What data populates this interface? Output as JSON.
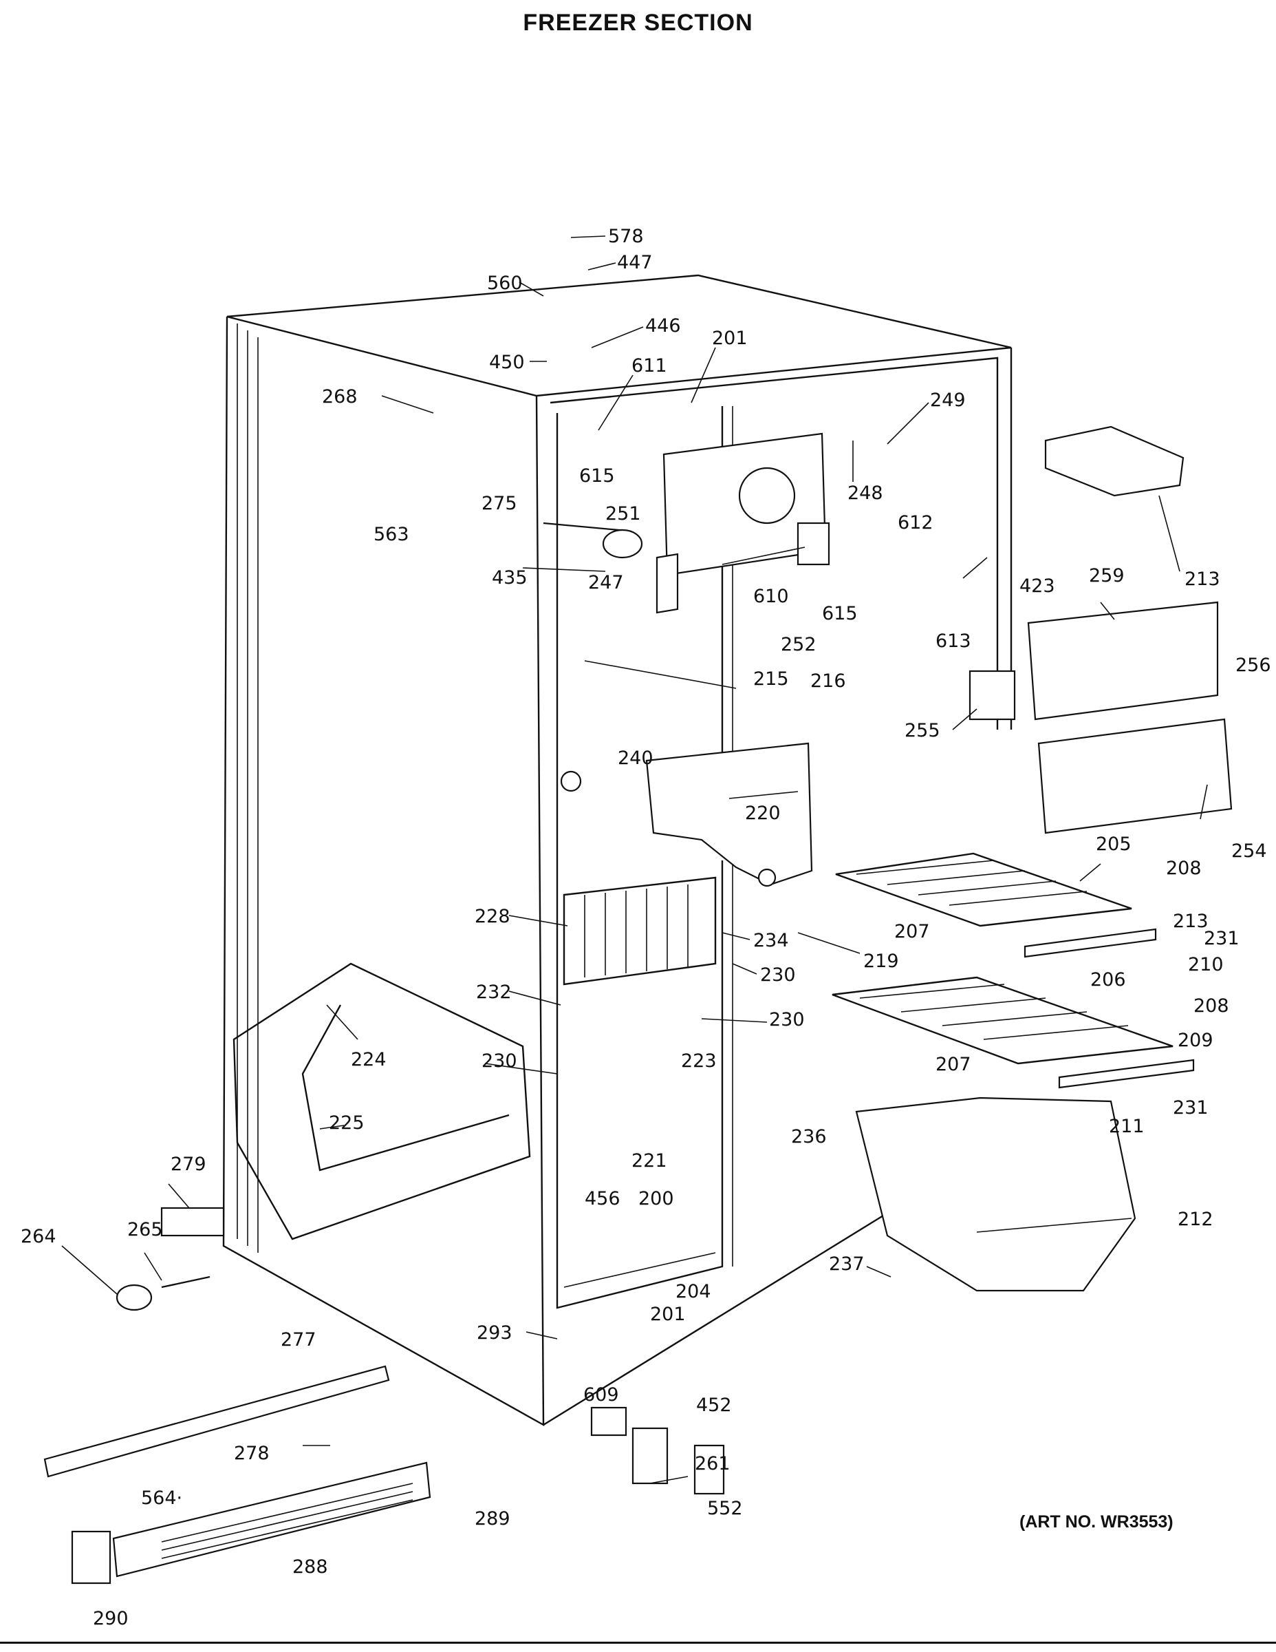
{
  "title": "FREEZER SECTION",
  "art_no": "(ART NO. WR3553)",
  "callouts": [
    {
      "id": "c578",
      "label": "578"
    },
    {
      "id": "c447",
      "label": "447"
    },
    {
      "id": "c560",
      "label": "560"
    },
    {
      "id": "c446",
      "label": "446"
    },
    {
      "id": "c450",
      "label": "450"
    },
    {
      "id": "c201a",
      "label": "201"
    },
    {
      "id": "c611",
      "label": "611"
    },
    {
      "id": "c268",
      "label": "268"
    },
    {
      "id": "c249",
      "label": "249"
    },
    {
      "id": "c615a",
      "label": "615"
    },
    {
      "id": "c248",
      "label": "248"
    },
    {
      "id": "c275",
      "label": "275"
    },
    {
      "id": "c251",
      "label": "251"
    },
    {
      "id": "c563",
      "label": "563"
    },
    {
      "id": "c612",
      "label": "612"
    },
    {
      "id": "c213a",
      "label": "213"
    },
    {
      "id": "c435",
      "label": "435"
    },
    {
      "id": "c247",
      "label": "247"
    },
    {
      "id": "c610",
      "label": "610"
    },
    {
      "id": "c615b",
      "label": "615"
    },
    {
      "id": "c423",
      "label": "423"
    },
    {
      "id": "c259",
      "label": "259"
    },
    {
      "id": "c613",
      "label": "613"
    },
    {
      "id": "c252",
      "label": "252"
    },
    {
      "id": "c256",
      "label": "256"
    },
    {
      "id": "c215",
      "label": "215"
    },
    {
      "id": "c216",
      "label": "216"
    },
    {
      "id": "c255",
      "label": "255"
    },
    {
      "id": "c240",
      "label": "240"
    },
    {
      "id": "c220",
      "label": "220"
    },
    {
      "id": "c254",
      "label": "254"
    },
    {
      "id": "c205",
      "label": "205"
    },
    {
      "id": "c208a",
      "label": "208"
    },
    {
      "id": "c228",
      "label": "228"
    },
    {
      "id": "c234",
      "label": "234"
    },
    {
      "id": "c207a",
      "label": "207"
    },
    {
      "id": "c213b",
      "label": "213"
    },
    {
      "id": "c231a",
      "label": "231"
    },
    {
      "id": "c219",
      "label": "219"
    },
    {
      "id": "c230a",
      "label": "230"
    },
    {
      "id": "c210",
      "label": "210"
    },
    {
      "id": "c232",
      "label": "232"
    },
    {
      "id": "c206",
      "label": "206"
    },
    {
      "id": "c208b",
      "label": "208"
    },
    {
      "id": "c230b",
      "label": "230"
    },
    {
      "id": "c224",
      "label": "224"
    },
    {
      "id": "c209",
      "label": "209"
    },
    {
      "id": "c230c",
      "label": "230"
    },
    {
      "id": "c223",
      "label": "223"
    },
    {
      "id": "c207b",
      "label": "207"
    },
    {
      "id": "c231b",
      "label": "231"
    },
    {
      "id": "c225",
      "label": "225"
    },
    {
      "id": "c211",
      "label": "211"
    },
    {
      "id": "c236",
      "label": "236"
    },
    {
      "id": "c279",
      "label": "279"
    },
    {
      "id": "c221",
      "label": "221"
    },
    {
      "id": "c456",
      "label": "456"
    },
    {
      "id": "c200",
      "label": "200"
    },
    {
      "id": "c212",
      "label": "212"
    },
    {
      "id": "c264",
      "label": "264"
    },
    {
      "id": "c265",
      "label": "265"
    },
    {
      "id": "c237",
      "label": "237"
    },
    {
      "id": "c204",
      "label": "204"
    },
    {
      "id": "c201b",
      "label": "201"
    },
    {
      "id": "c293",
      "label": "293"
    },
    {
      "id": "c277",
      "label": "277"
    },
    {
      "id": "c609",
      "label": "609"
    },
    {
      "id": "c452",
      "label": "452"
    },
    {
      "id": "c278",
      "label": "278"
    },
    {
      "id": "c261",
      "label": "261"
    },
    {
      "id": "c564",
      "label": "564·"
    },
    {
      "id": "c289",
      "label": "289"
    },
    {
      "id": "c552",
      "label": "552"
    },
    {
      "id": "c288",
      "label": "288"
    },
    {
      "id": "c290",
      "label": "290"
    }
  ]
}
